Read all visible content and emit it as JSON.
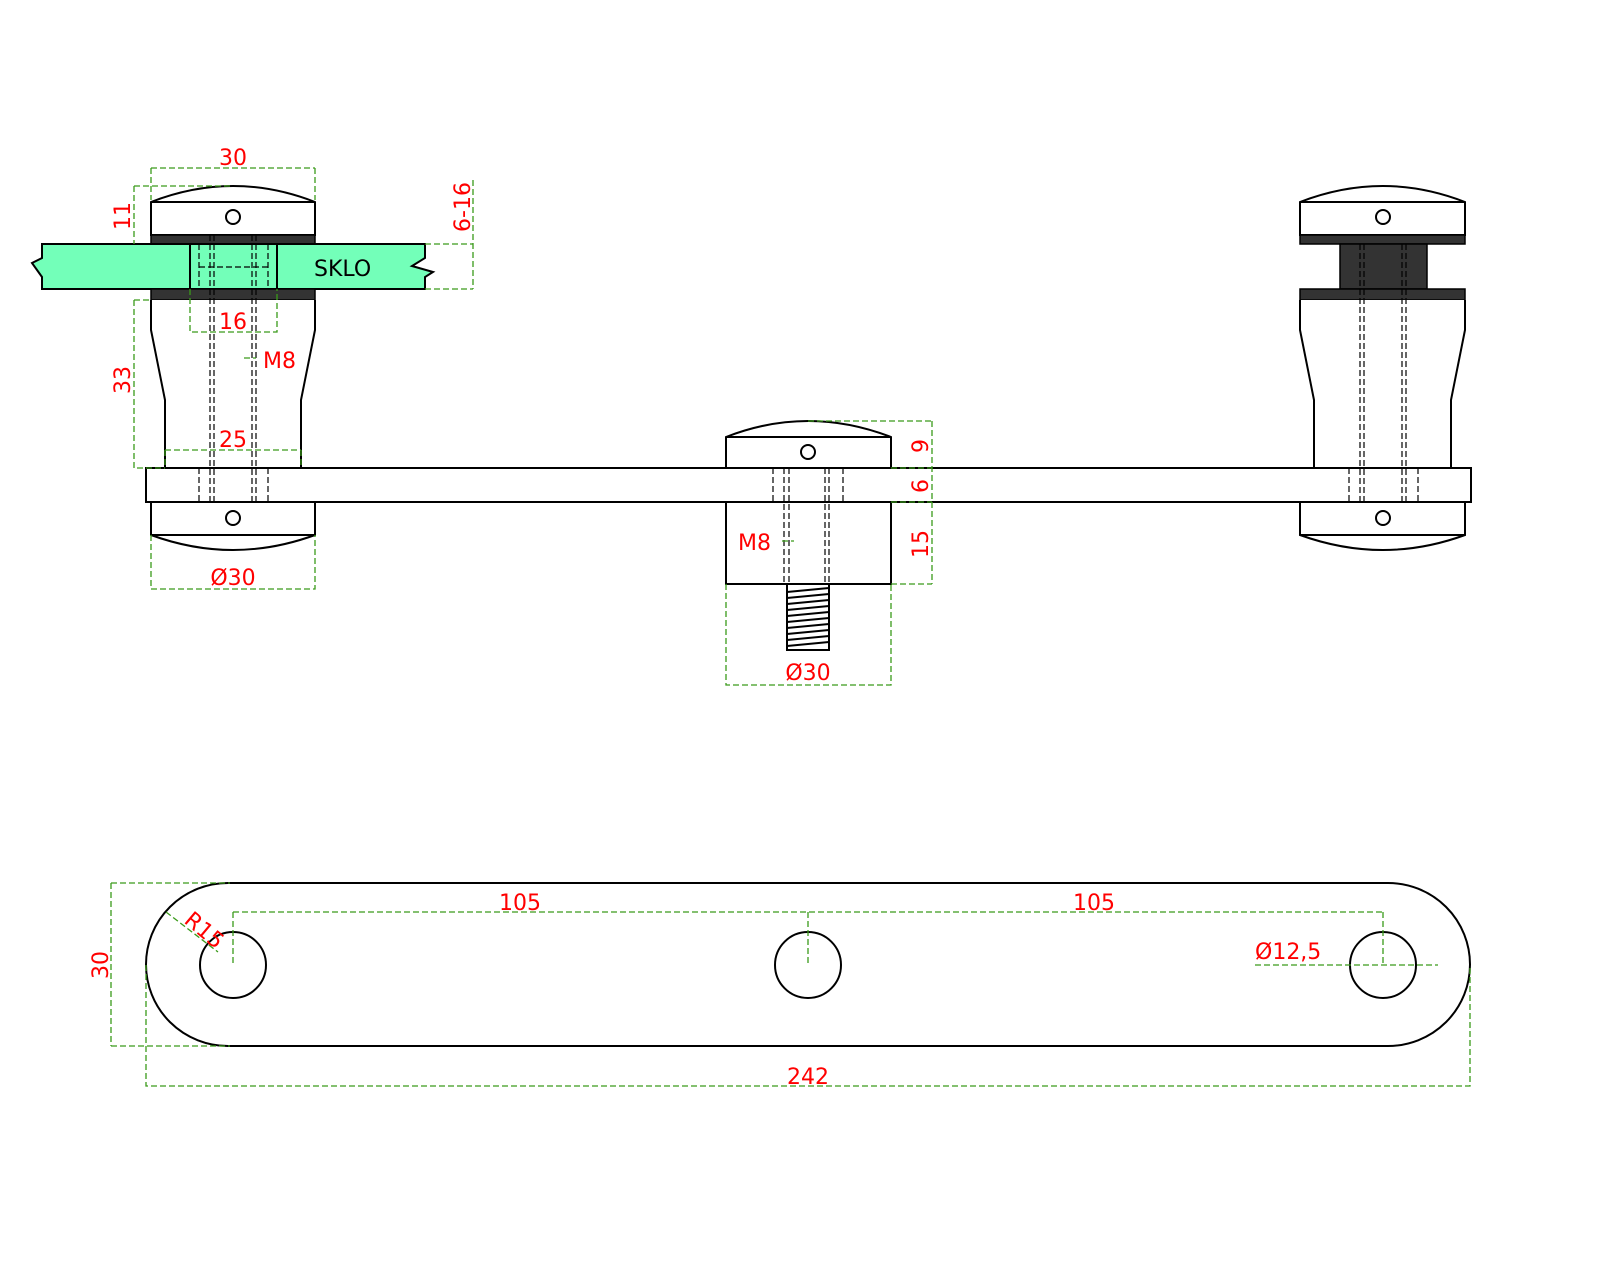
{
  "labels": {
    "glass": "SKLO",
    "left_width": "30",
    "left_cap_height": "11",
    "glass_thickness": "6-16",
    "glass_hole": "16",
    "left_thread": "M8",
    "left_body_height": "33",
    "left_body_width": "25",
    "left_bottom_dia": "Ø30",
    "mid_cap_height": "9",
    "bar_thickness": "6",
    "mid_block_height": "15",
    "mid_thread": "M8",
    "mid_dia": "Ø30",
    "plate_width": "30",
    "plate_radius": "R15",
    "spacing_left": "105",
    "spacing_right": "105",
    "hole_dia": "Ø12,5",
    "total_length": "242"
  },
  "colors": {
    "dimension": "#3a9a1a",
    "text": "#ff0000",
    "glass": "#73ffb9"
  }
}
